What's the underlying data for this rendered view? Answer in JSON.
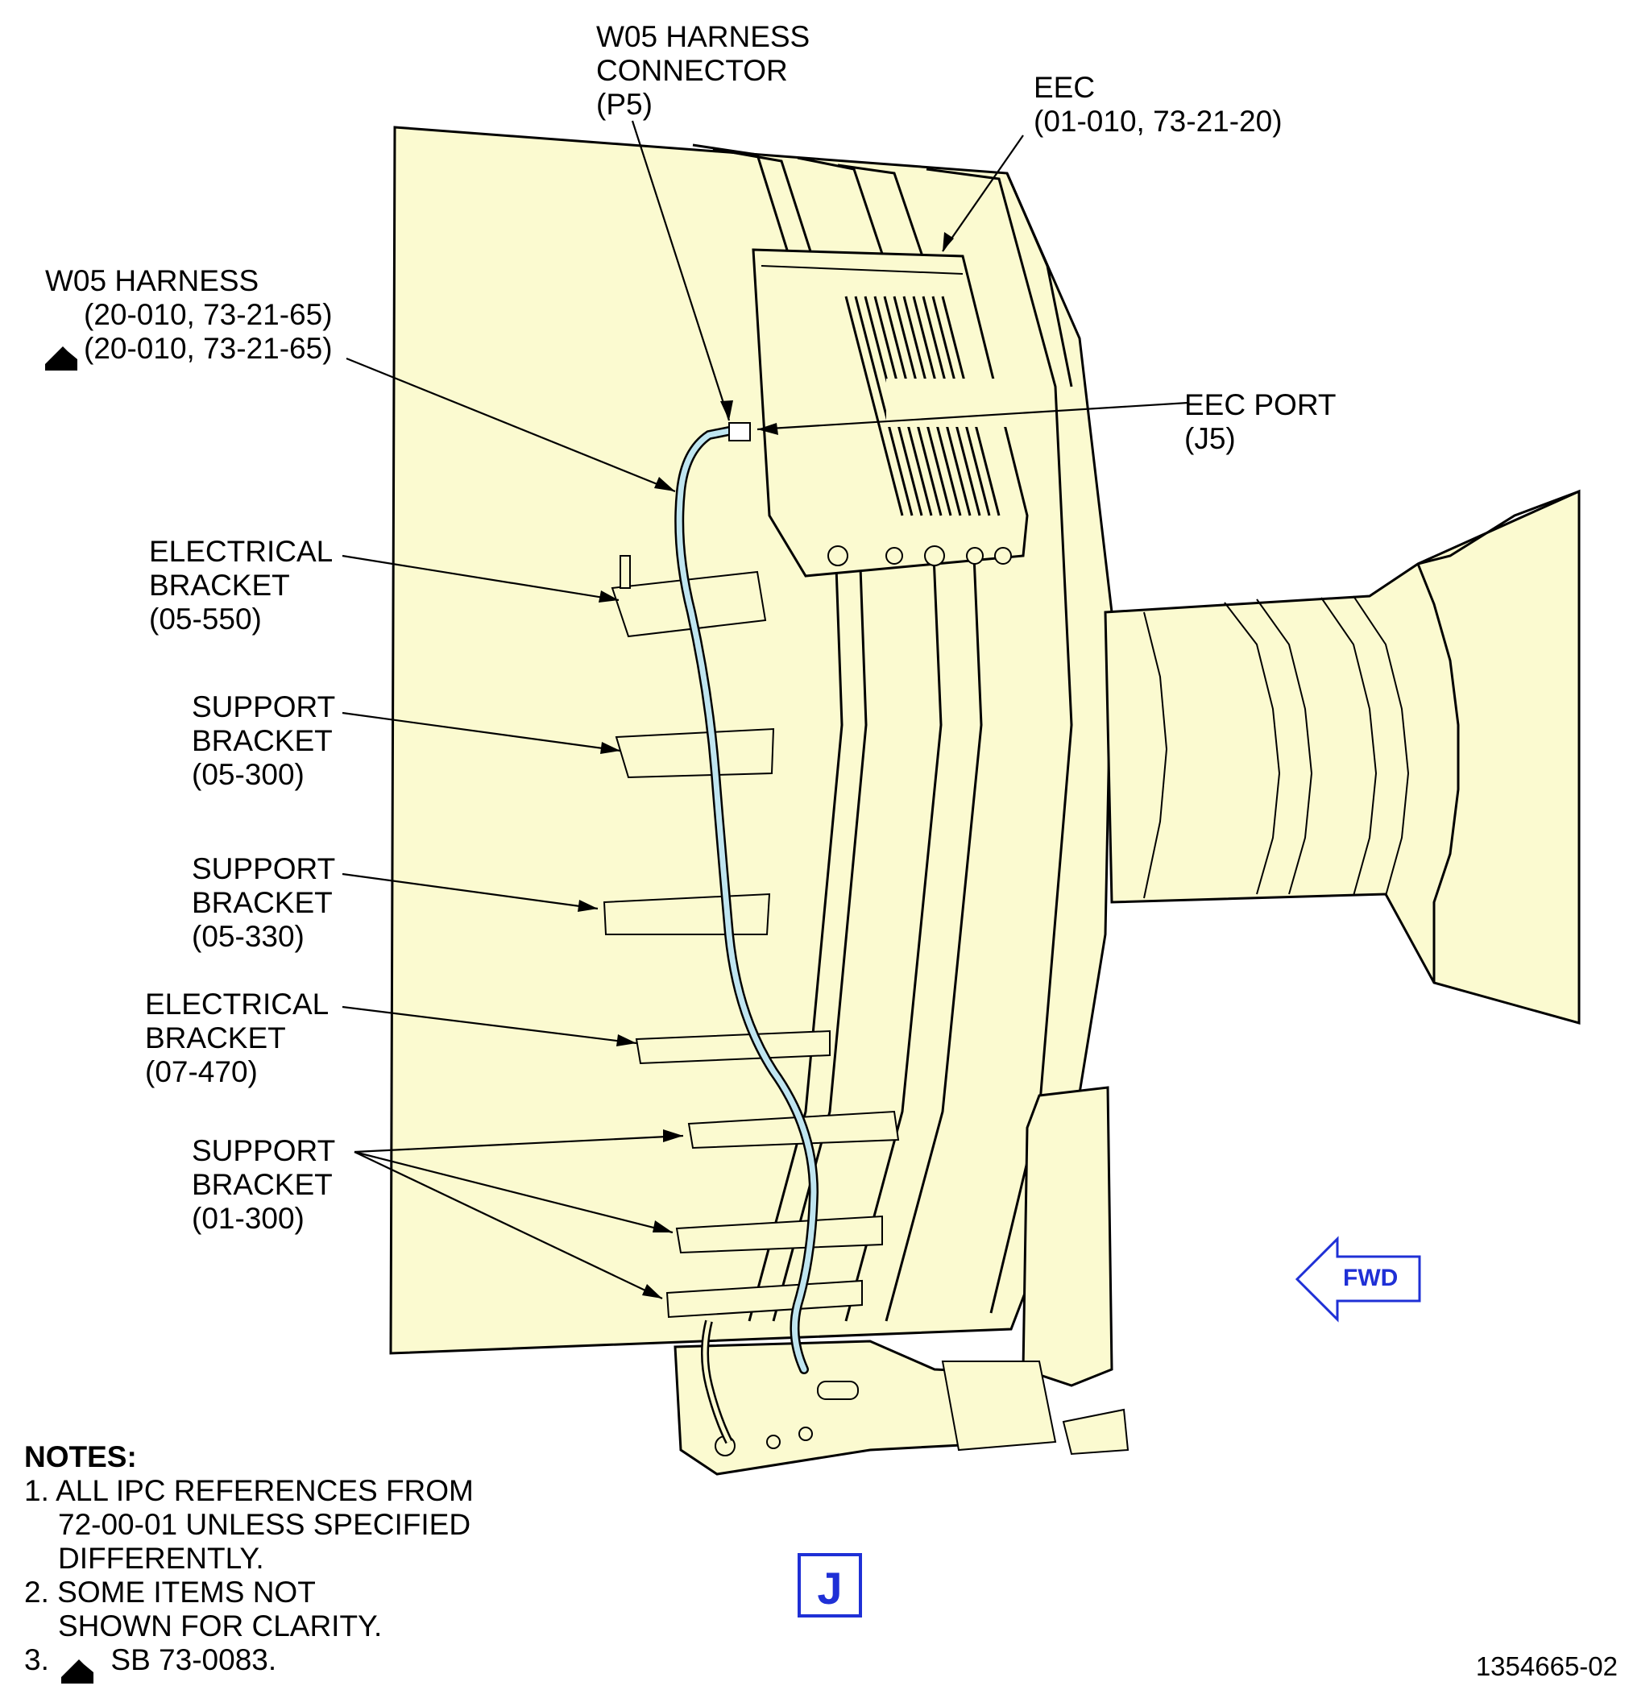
{
  "labels": {
    "w05_connector": [
      "W05 HARNESS",
      "CONNECTOR",
      "(P5)"
    ],
    "eec": [
      "EEC",
      "(01-010, 73-21-20)"
    ],
    "w05_harness": [
      "W05 HARNESS",
      "(20-010, 73-21-65)",
      "(20-010, 73-21-65)"
    ],
    "eec_port": [
      "EEC PORT",
      "(J5)"
    ],
    "elec_bracket_1": [
      "ELECTRICAL",
      "BRACKET",
      "(05-550)"
    ],
    "support_bracket_1": [
      "SUPPORT",
      "BRACKET",
      "(05-300)"
    ],
    "support_bracket_2": [
      "SUPPORT",
      "BRACKET",
      "(05-330)"
    ],
    "elec_bracket_2": [
      "ELECTRICAL",
      "BRACKET",
      "(07-470)"
    ],
    "support_bracket_3": [
      "SUPPORT",
      "BRACKET",
      "(01-300)"
    ]
  },
  "fwd_label": "FWD",
  "view_label": "J",
  "figure_number": "1354665-02",
  "notes": {
    "title": "NOTES:",
    "items": [
      "1. ALL IPC REFERENCES FROM",
      "72-00-01 UNLESS SPECIFIED",
      "DIFFERENTLY.",
      "2. SOME ITEMS NOT",
      "SHOWN FOR CLARITY.",
      "3.",
      "SB 73-0083."
    ]
  },
  "colors": {
    "engine_fill": "#fbfad0",
    "harness": "#bfe5f0",
    "accent_blue": "#1f30d6",
    "line": "#000000"
  }
}
